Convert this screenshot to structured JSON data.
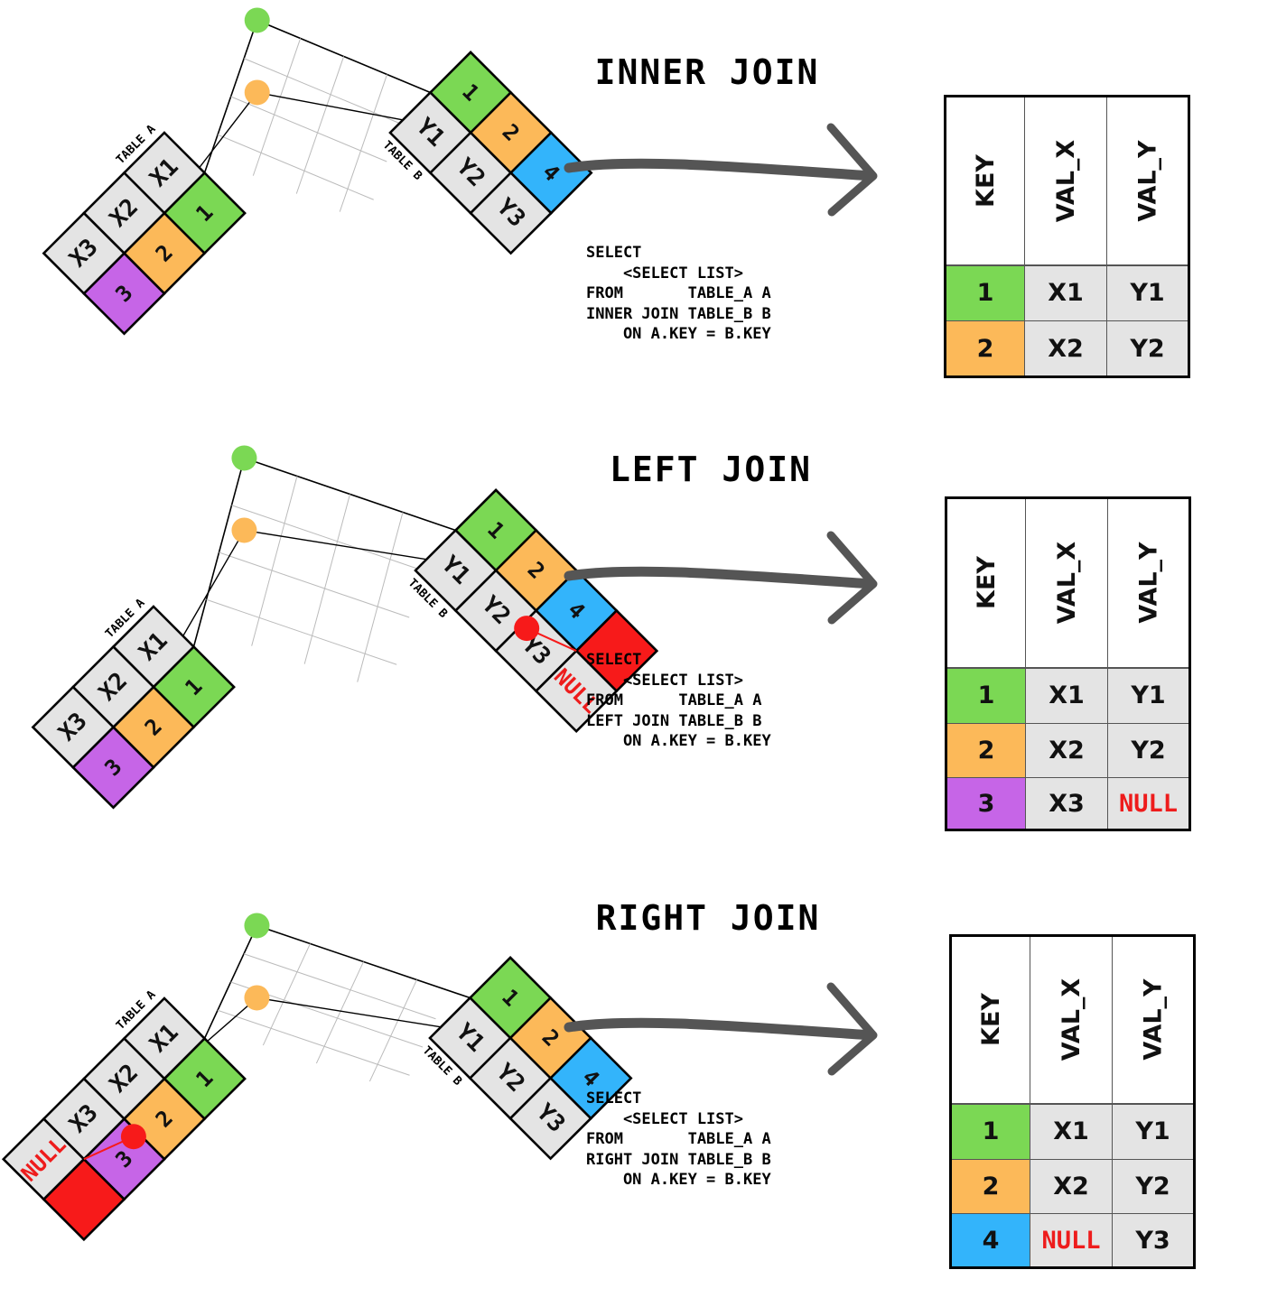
{
  "colors": {
    "key_1": "#7bd854",
    "key_2": "#fcb959",
    "key_3": "#c665e7",
    "key_4": "#33b4fb",
    "missing": "#f71a1a",
    "value_cell": "#e4e4e4",
    "null_text": "#ee1c1c",
    "arrow": "#555555"
  },
  "labels": {
    "table_a": "TABLE A",
    "table_b": "TABLE B",
    "null_label": "NULL"
  },
  "sections": [
    {
      "title": "INNER JOIN",
      "sql": "SELECT\n    <SELECT LIST>\nFROM       TABLE_A A\nINNER JOIN TABLE_B B\n    ON A.KEY = B.KEY",
      "table_a": {
        "keys": [
          "1",
          "2",
          "3"
        ],
        "values": [
          "X1",
          "X2",
          "X3"
        ]
      },
      "table_b": {
        "keys": [
          "1",
          "2",
          "4"
        ],
        "values": [
          "Y1",
          "Y2",
          "Y3"
        ]
      },
      "result": {
        "columns": [
          "KEY",
          "VAL_X",
          "VAL_Y"
        ],
        "rows": [
          [
            "1",
            "X1",
            "Y1"
          ],
          [
            "2",
            "X2",
            "Y2"
          ]
        ]
      }
    },
    {
      "title": "LEFT JOIN",
      "sql": "SELECT\n    <SELECT LIST>\nFROM      TABLE_A A\nLEFT JOIN TABLE_B B\n    ON A.KEY = B.KEY",
      "table_a": {
        "keys": [
          "1",
          "2",
          "3"
        ],
        "values": [
          "X1",
          "X2",
          "X3"
        ]
      },
      "table_b": {
        "keys": [
          "1",
          "2",
          "4",
          ""
        ],
        "values": [
          "Y1",
          "Y2",
          "Y3",
          "NULL"
        ]
      },
      "result": {
        "columns": [
          "KEY",
          "VAL_X",
          "VAL_Y"
        ],
        "rows": [
          [
            "1",
            "X1",
            "Y1"
          ],
          [
            "2",
            "X2",
            "Y2"
          ],
          [
            "3",
            "X3",
            "NULL"
          ]
        ]
      }
    },
    {
      "title": "RIGHT JOIN",
      "sql": "SELECT\n    <SELECT LIST>\nFROM       TABLE_A A\nRIGHT JOIN TABLE_B B\n    ON A.KEY = B.KEY",
      "table_a": {
        "keys": [
          "1",
          "2",
          "3",
          ""
        ],
        "values": [
          "X1",
          "X2",
          "X3",
          "NULL"
        ]
      },
      "table_b": {
        "keys": [
          "1",
          "2",
          "4"
        ],
        "values": [
          "Y1",
          "Y2",
          "Y3"
        ]
      },
      "result": {
        "columns": [
          "KEY",
          "VAL_X",
          "VAL_Y"
        ],
        "rows": [
          [
            "1",
            "X1",
            "Y1"
          ],
          [
            "2",
            "X2",
            "Y2"
          ],
          [
            "4",
            "NULL",
            "Y3"
          ]
        ]
      }
    }
  ]
}
